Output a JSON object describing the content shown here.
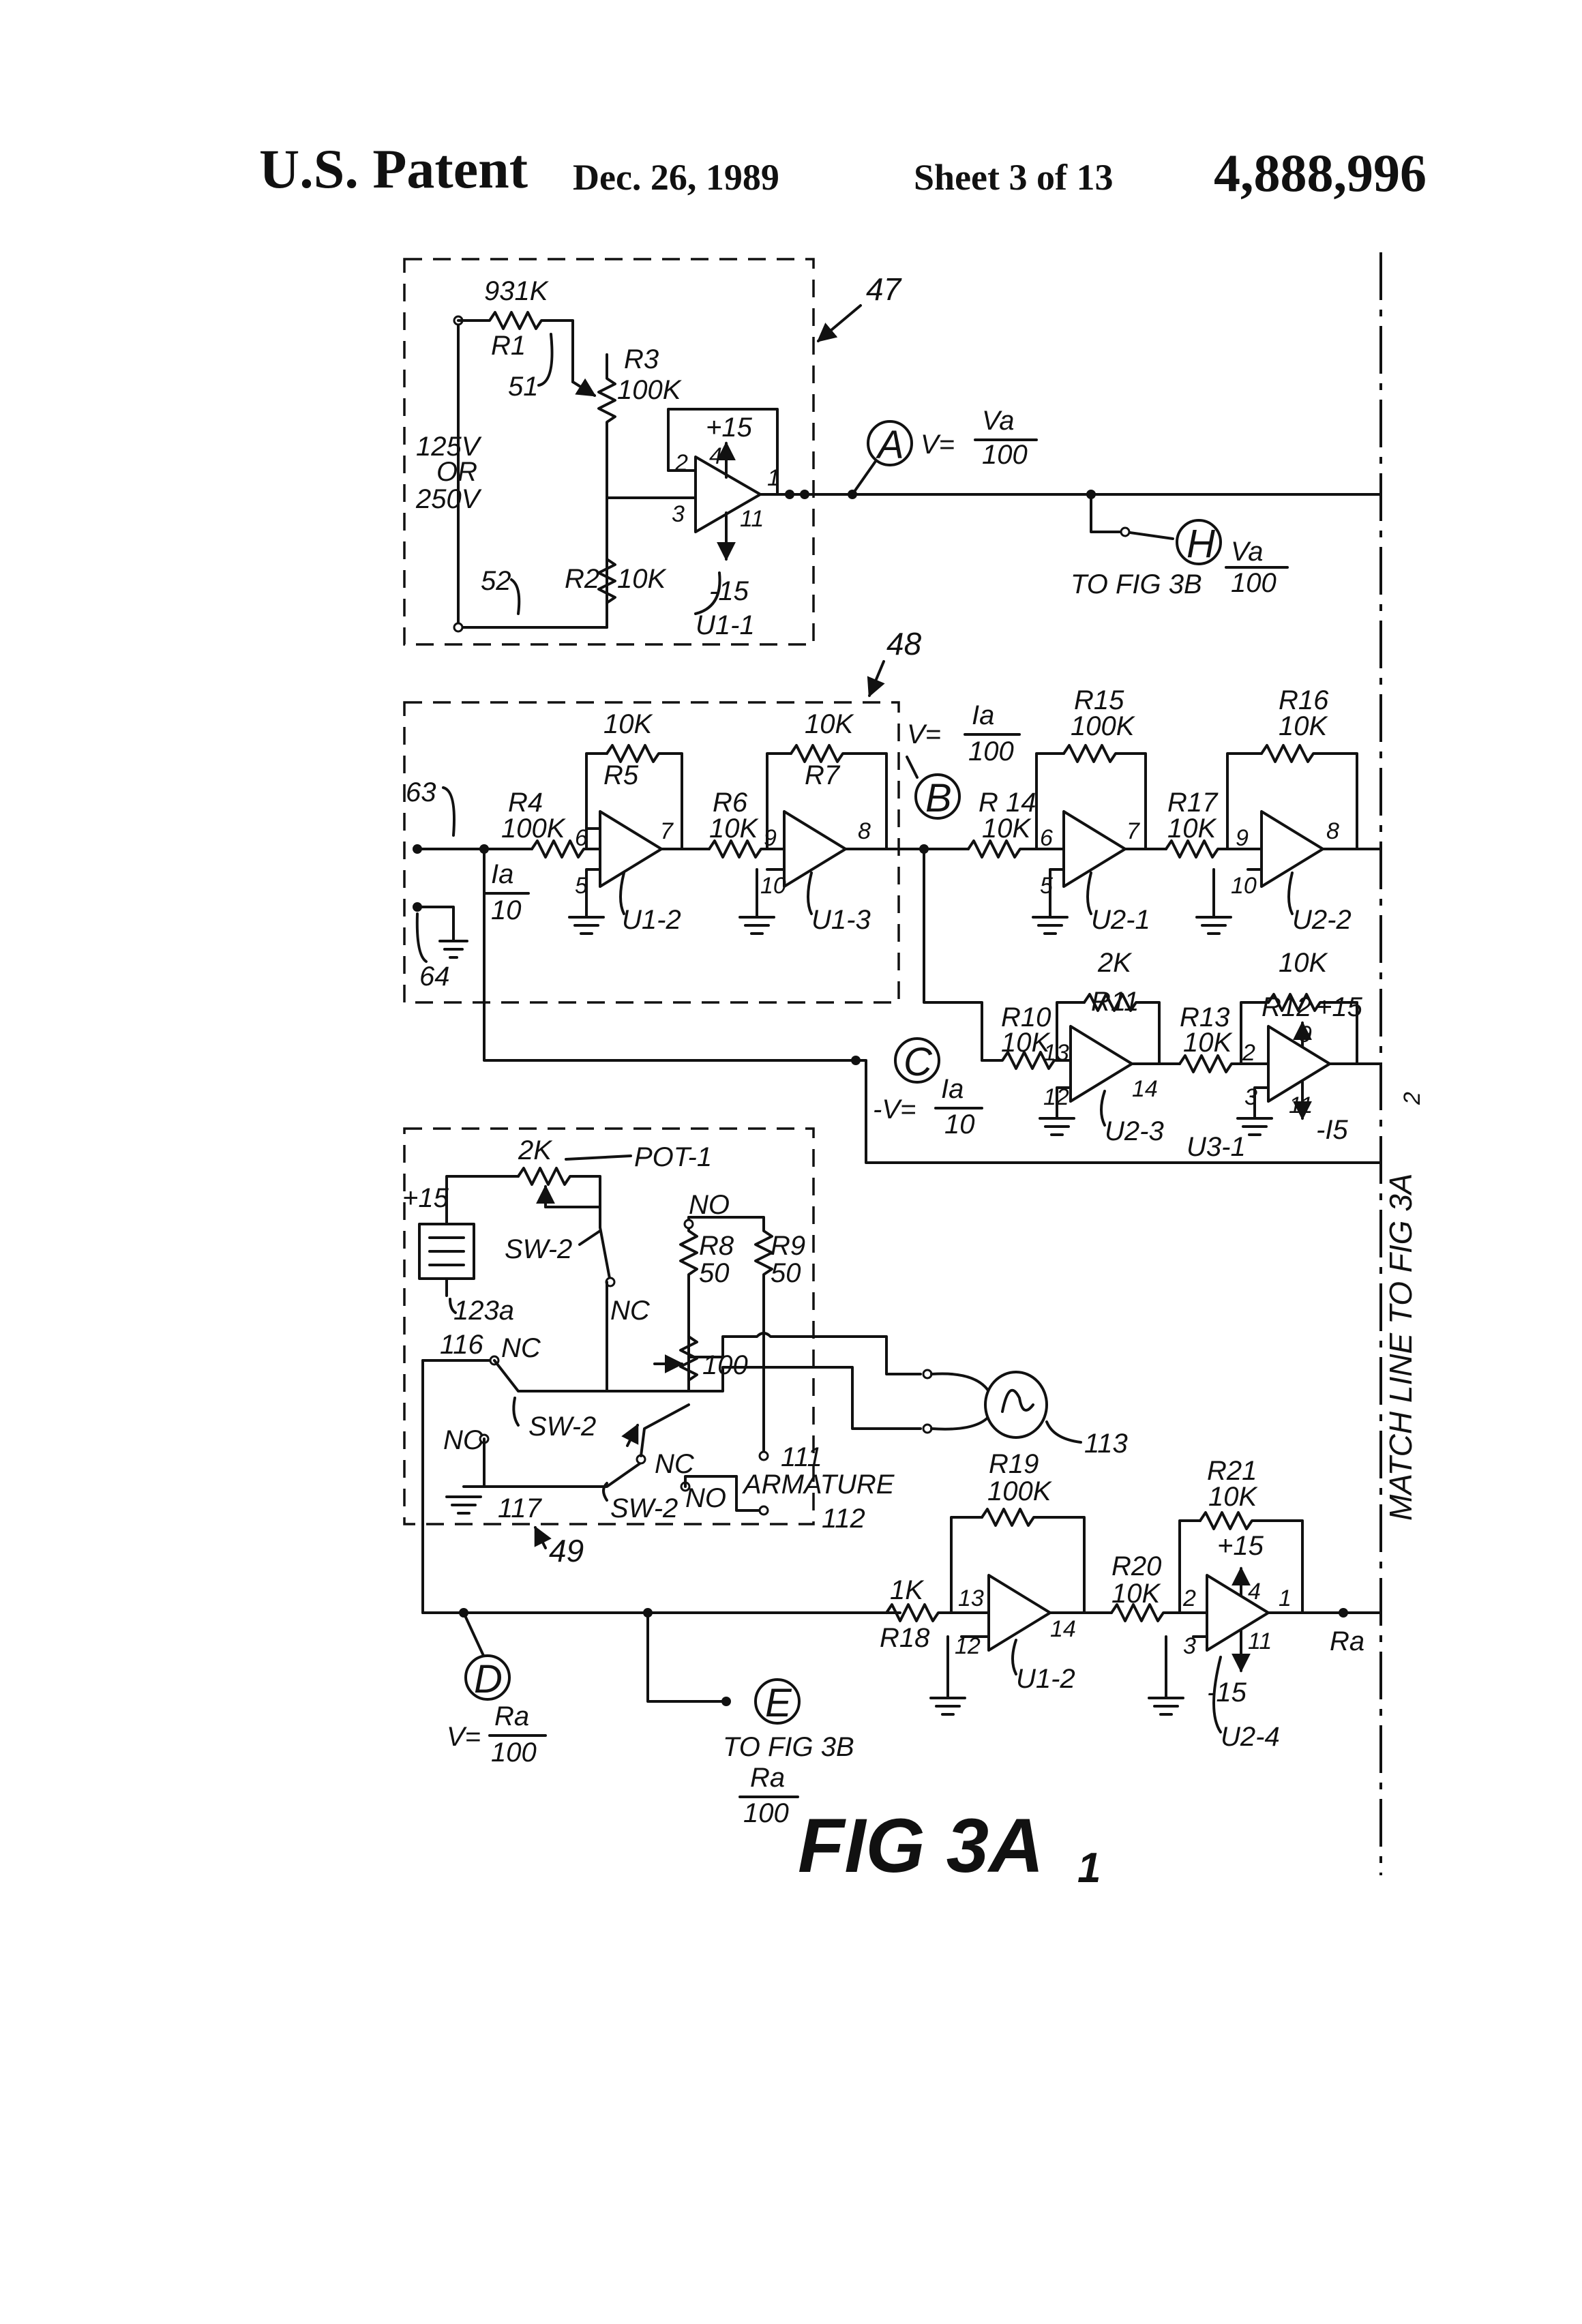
{
  "header": {
    "left": "U.S. Patent",
    "date": "Dec. 26, 1989",
    "sheet": "Sheet 3 of 13",
    "number": "4,888,996"
  },
  "figure": {
    "label_main": "FIG 3A",
    "label_sub": "1",
    "match_line": "MATCH LINE TO FIG 3A",
    "match_line_sub": "2"
  },
  "blocks": {
    "b47": "47",
    "b48": "48",
    "b49": "49"
  },
  "nodes": {
    "A": "A",
    "B": "B",
    "C": "C",
    "D": "D",
    "E": "E",
    "H": "H",
    "eqV": "V=",
    "cV": "-V=",
    "Va": "Va",
    "Ia": "Ia",
    "Ra": "Ra",
    "d100": "100",
    "d10": "10",
    "to_fig_3b": "TO FIG 3B",
    "out_ra": "Ra"
  },
  "components": {
    "R1": "R1",
    "R1v": "931K",
    "R2": "R2",
    "R2v": "10K",
    "R3": "R3",
    "R3v": "100K",
    "R4": "R4",
    "R4v": "100K",
    "R5": "R5",
    "R5v": "10K",
    "R6": "R6",
    "R6v": "10K",
    "R7": "R7",
    "R7v": "10K",
    "R8": "R8",
    "R8v": "50",
    "R9": "R9",
    "R9v": "50",
    "R10": "R10",
    "R10v": "10K",
    "R11": "R11",
    "R11v": "2K",
    "R12": "R12",
    "R12v": "10K",
    "R13": "R13",
    "R13v": "10K",
    "R14": "R 14",
    "R14v": "10K",
    "R15": "R15",
    "R15v": "100K",
    "R16": "R16",
    "R16v": "10K",
    "R17": "R17",
    "R17v": "10K",
    "R18": "R18",
    "R18v": "1K",
    "R19": "R19",
    "R19v": "100K",
    "R20": "R20",
    "R20v": "10K",
    "R21": "R21",
    "R21v": "10K",
    "pot": "POT-1",
    "pot_v": "2K",
    "rheo": "100",
    "sw2": "SW-2",
    "nc": "NC",
    "no": "NO",
    "armature": "ARMATURE",
    "supply": "125V",
    "supply_or": "OR",
    "supply2": "250V",
    "plus15": "+15",
    "minus15": "-15",
    "minus15b": "-I5"
  },
  "amps": {
    "U1_1": "U1-1",
    "U1_2": "U1-2",
    "U1_3": "U1-3",
    "U2_1": "U2-1",
    "U2_2": "U2-2",
    "U2_3": "U2-3",
    "U2_4": "U2-4",
    "U3_1": "U3-1",
    "U1_2b": "U1-2"
  },
  "refs": {
    "r51": "51",
    "r52": "52",
    "r63": "63",
    "r64": "64",
    "r111": "111",
    "r112": "112",
    "r113": "113",
    "r116": "116",
    "r117": "117",
    "r123a": "123a"
  },
  "pins": {
    "p1": "1",
    "p2": "2",
    "p3": "3",
    "p4": "4",
    "p5": "5",
    "p6": "6",
    "p7": "7",
    "p8": "8",
    "p9": "9",
    "p10": "10",
    "p11": "11",
    "p12": "12",
    "p13": "13",
    "p14": "14"
  }
}
